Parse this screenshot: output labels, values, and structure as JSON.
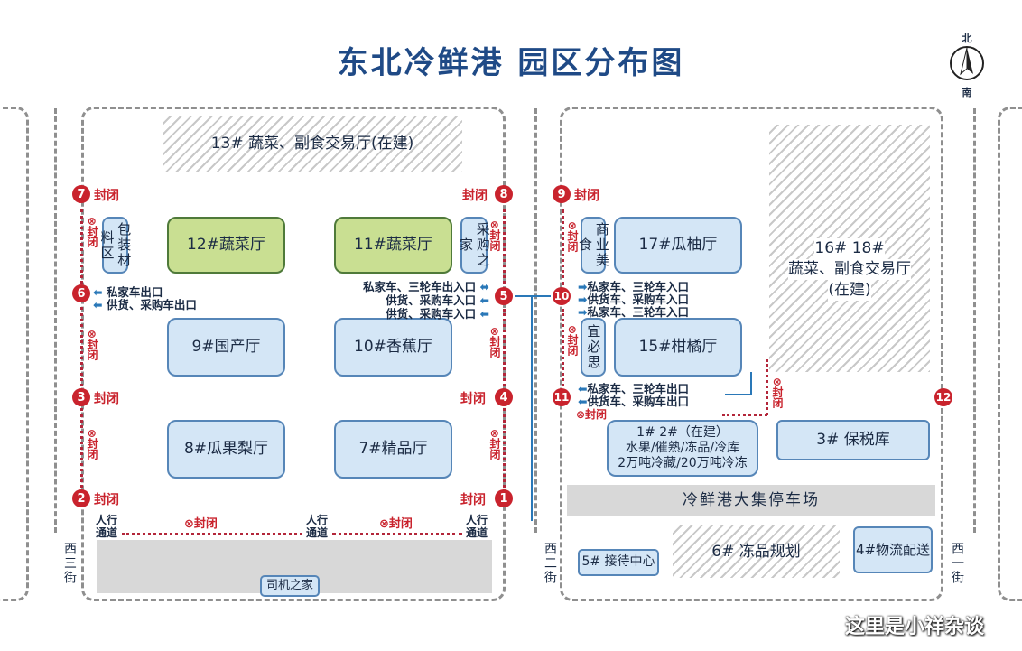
{
  "title": "东北冷鲜港 园区分布图",
  "compass": {
    "north": "北",
    "south": "南"
  },
  "halls": {
    "h13": "13# 蔬菜、副食交易厅(在建)",
    "h12": "12#蔬菜厅",
    "h11": "11#蔬菜厅",
    "h9": "9#国产厅",
    "h10": "10#香蕉厅",
    "h8": "8#瓜果梨厅",
    "h7": "7#精品厅",
    "h17": "17#瓜柚厅",
    "h15": "15#柑橘厅",
    "h16_18": "16# 18#",
    "h16_18_sub": "蔬菜、副食交易厅",
    "h16_18_status": "(在建)",
    "h1_2": "1# 2#（在建）",
    "h1_2_sub": "水果/催熟/冻品/冷库",
    "h1_2_cap": "2万吨冷藏/20万吨冷冻",
    "h3": "3# 保税库",
    "parking": "冷鲜港大集停车场",
    "h5": "5# 接待中心",
    "h6": "6# 冻品规划",
    "h4": "4#物流配送",
    "packaging": "包装材料区",
    "purchase_home": "采购之家",
    "food": "商业美食",
    "ibis": "宜必思",
    "driver_home": "司机之家"
  },
  "closed": "封闭",
  "closed_sym": "⊗封闭",
  "markers": [
    "1",
    "2",
    "3",
    "4",
    "5",
    "6",
    "7",
    "8",
    "9",
    "10",
    "11",
    "12"
  ],
  "notes": {
    "g6a": "私家车出口",
    "g6b": "供货、采购车出口",
    "g5a": "私家车、三轮车出入口",
    "g5b": "供货、采购车入口",
    "g5c": "供货、采购车入口",
    "g10a": "私家车、三轮车入口",
    "g10b": "供货车、采购车入口",
    "g10c": "私家车、三轮车入口",
    "g11a": "私家车、三轮车出口",
    "g11b": "供货车、采购车出口"
  },
  "walkway": "人行通道",
  "streets": {
    "w3": "西三街",
    "w2": "西二街",
    "w1": "西一街"
  },
  "watermark": "这里是小祥杂谈"
}
